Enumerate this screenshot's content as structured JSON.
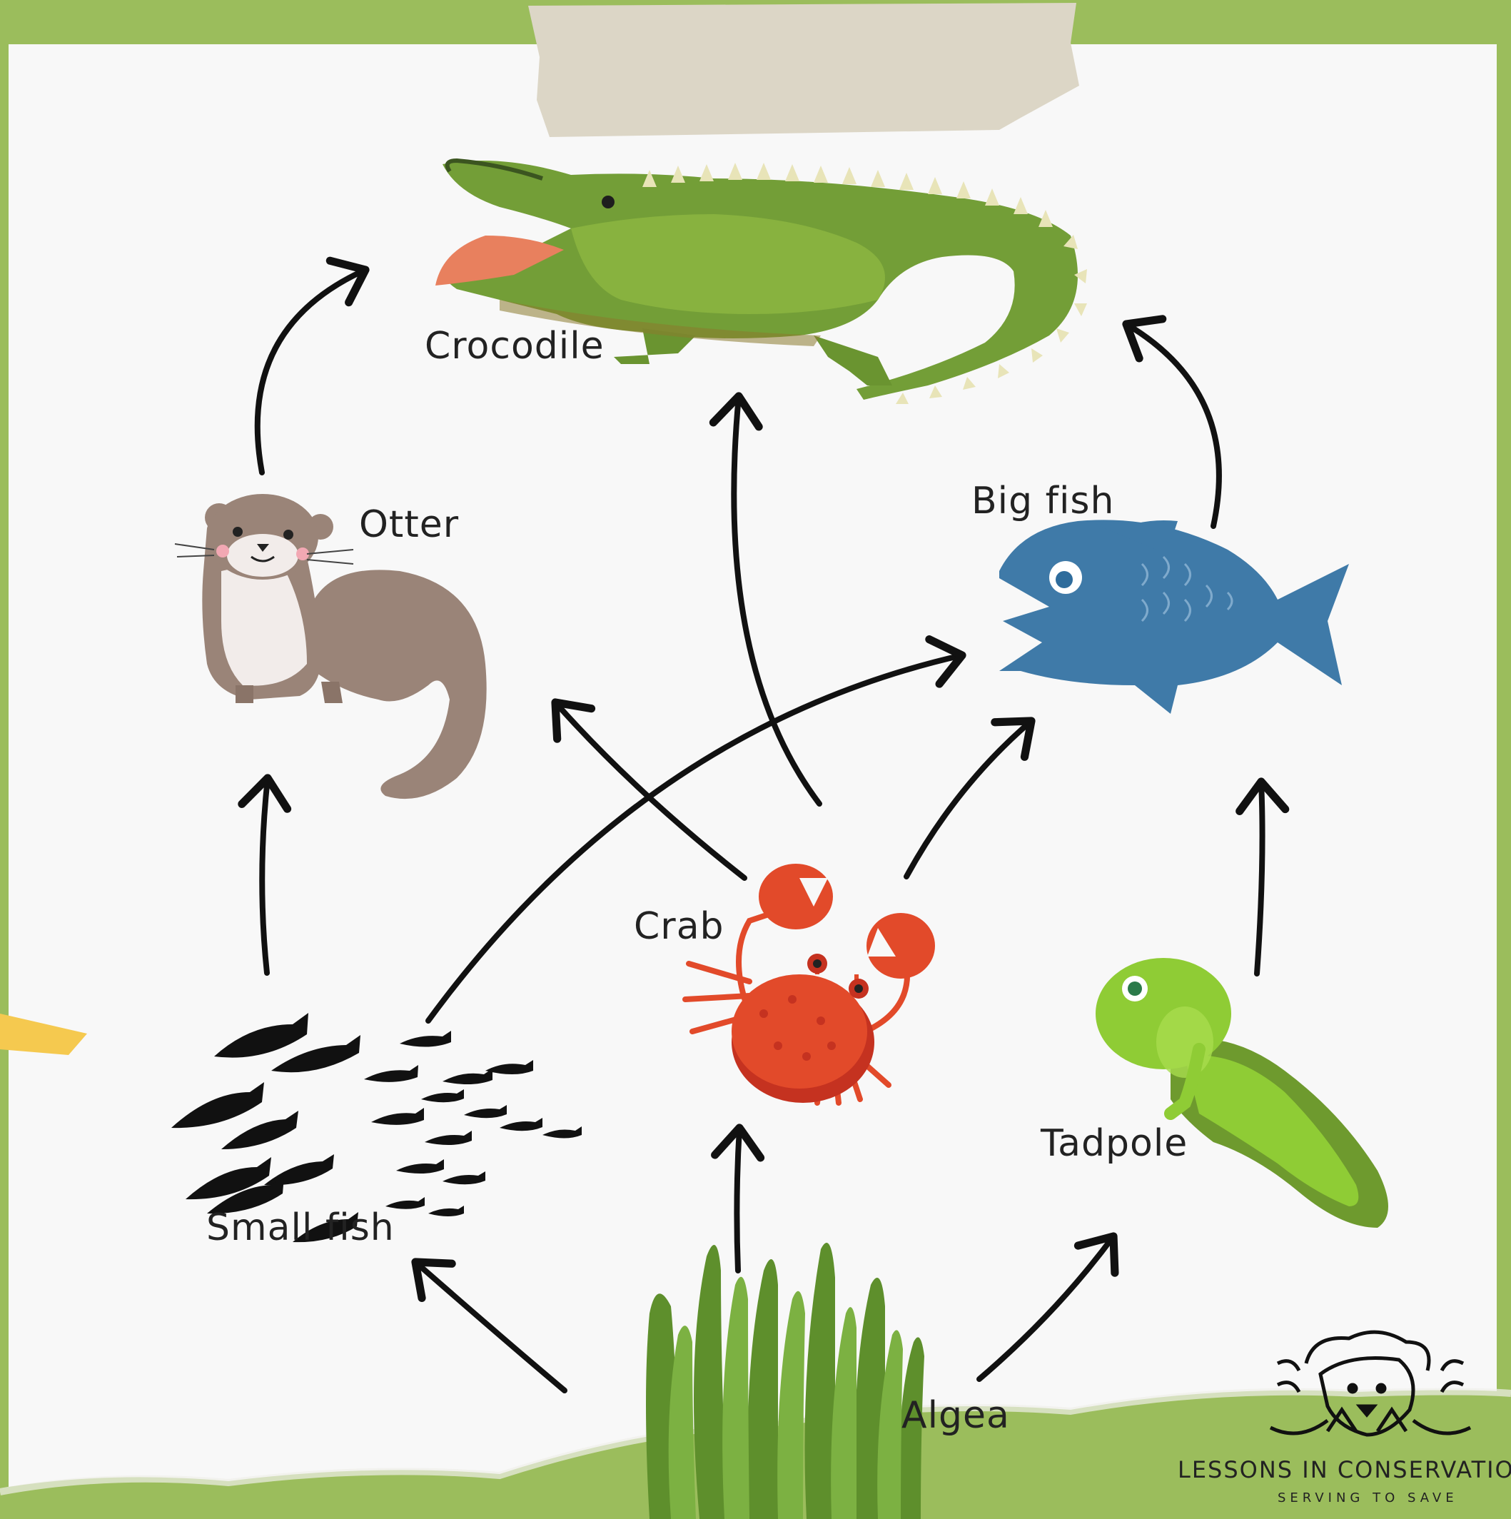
{
  "nodes": {
    "crocodile": "Crocodile",
    "otter": "Otter",
    "big_fish": "Big fish",
    "crab": "Crab",
    "small_fish": "Small fish",
    "tadpole": "Tadpole",
    "algea": "Algea"
  },
  "edges": [
    {
      "from": "Otter",
      "to": "Crocodile"
    },
    {
      "from": "Big fish",
      "to": "Crocodile"
    },
    {
      "from": "Crab",
      "to": "Crocodile"
    },
    {
      "from": "Small fish",
      "to": "Otter"
    },
    {
      "from": "Crab",
      "to": "Otter"
    },
    {
      "from": "Small fish",
      "to": "Big fish"
    },
    {
      "from": "Crab",
      "to": "Big fish"
    },
    {
      "from": "Tadpole",
      "to": "Big fish"
    },
    {
      "from": "Algea",
      "to": "Small fish"
    },
    {
      "from": "Algea",
      "to": "Crab"
    },
    {
      "from": "Algea",
      "to": "Tadpole"
    }
  ],
  "branding": {
    "name": "LESSONS IN CONSERVATIO",
    "tagline": "SERVING TO SAVE"
  },
  "colors": {
    "frame_green": "#9bbd5c",
    "paper": "#f8f8f8",
    "tape": "#dcd6c6",
    "crocodile_green": "#6f9a34",
    "fish_blue": "#3f7aa8",
    "crab_red": "#e24a2a",
    "otter_brown": "#9a8478",
    "tadpole_green": "#8fcc35"
  }
}
